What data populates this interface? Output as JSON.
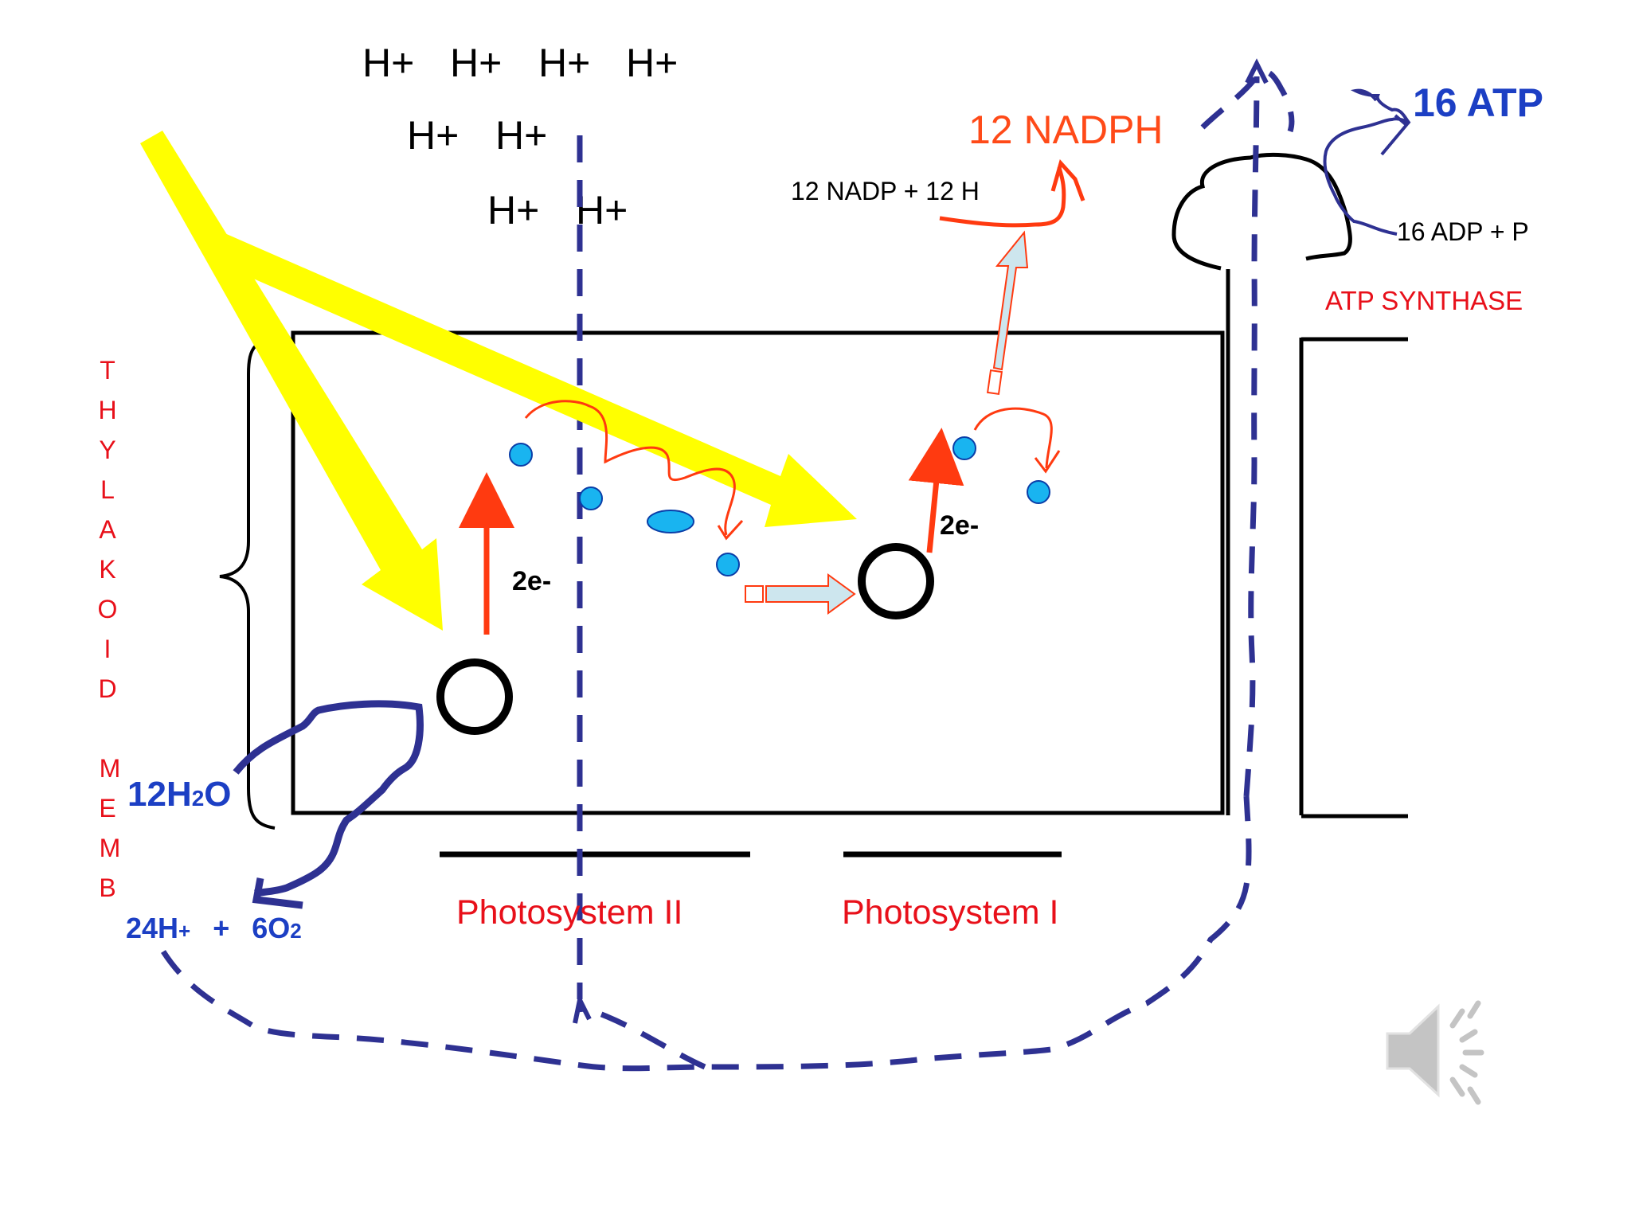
{
  "hydrogen_ions": [
    "H+",
    "H+",
    "H+",
    "H+",
    "H+",
    "H+",
    "H+",
    "H+"
  ],
  "membrane": {
    "vertical_letters": [
      "T",
      "H",
      "Y",
      "L",
      "A",
      "K",
      "O",
      "I",
      "D",
      "M",
      "E",
      "M",
      "B"
    ]
  },
  "electrons": {
    "psii_label": "2e-",
    "psi_label": "2e-"
  },
  "water": {
    "reactant": "12H",
    "reactant_sub": "2",
    "reactant_end": "O"
  },
  "products": {
    "h": "24H",
    "h_sub": "+",
    "plus": "+",
    "o": "6O",
    "o_sub": "2"
  },
  "nadp": {
    "reactants": "12 NADP + 12 H",
    "product": "12 NADPH"
  },
  "atp": {
    "product": "16 ATP",
    "reactants": "16 ADP + P",
    "enzyme": "ATP SYNTHASE"
  },
  "photosystems": {
    "ps2": "Photosystem II",
    "ps1": "Photosystem I"
  },
  "icons": {
    "audio": "speaker-icon"
  },
  "colors": {
    "light_arrow": "#ffff00",
    "electron_path": "#ff3a10",
    "proton_path": "#2e3192",
    "carrier": "#19b4f0",
    "label_red": "#e8101a",
    "label_blue": "#1c3fc4"
  }
}
